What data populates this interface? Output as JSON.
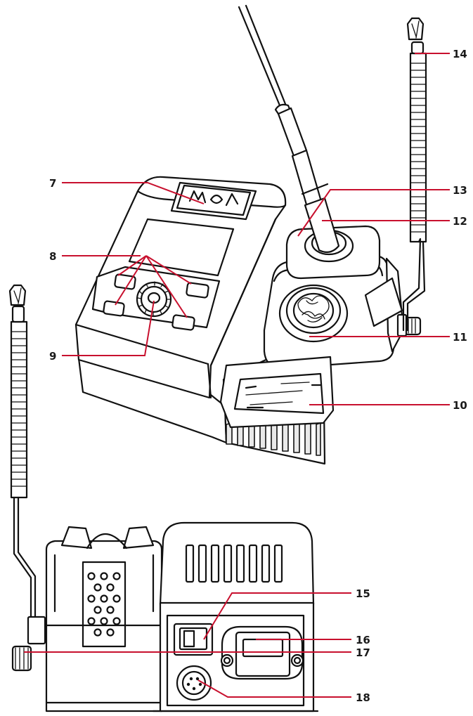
{
  "callouts": [
    {
      "id": "7",
      "text": "7"
    },
    {
      "id": "8",
      "text": "8"
    },
    {
      "id": "9",
      "text": "9"
    },
    {
      "id": "10",
      "text": "10"
    },
    {
      "id": "11",
      "text": "11"
    },
    {
      "id": "12",
      "text": "12"
    },
    {
      "id": "13",
      "text": "13"
    },
    {
      "id": "14",
      "text": "14"
    },
    {
      "id": "15",
      "text": "15"
    },
    {
      "id": "16",
      "text": "16"
    },
    {
      "id": "17",
      "text": "17"
    },
    {
      "id": "18",
      "text": "18"
    }
  ],
  "colors": {
    "leader_line": "#c8102e",
    "outline": "#111111",
    "label_text": "#1a1a1a"
  }
}
